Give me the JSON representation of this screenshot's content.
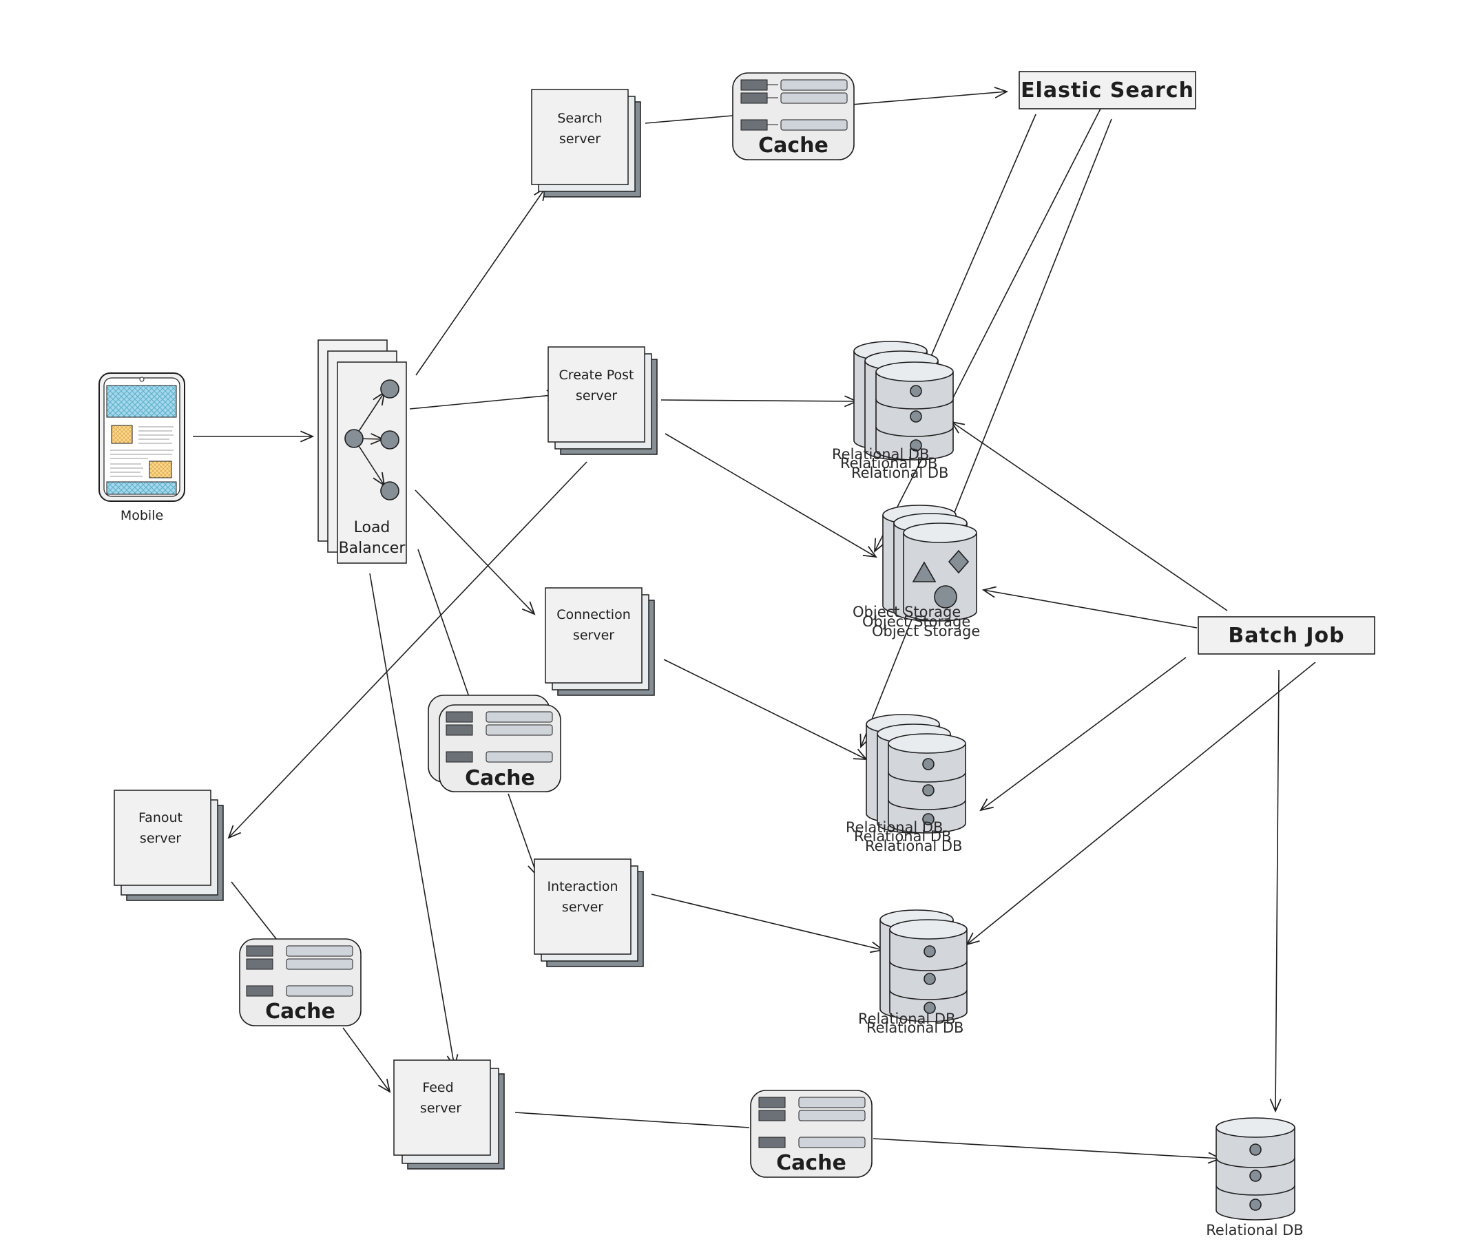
{
  "diagram": {
    "mobile": {
      "label": "Mobile"
    },
    "load_balancer": {
      "label_line1": "Load",
      "label_line2": "Balancer"
    },
    "search_server": {
      "line1": "Search",
      "line2": "server"
    },
    "create_post_server": {
      "line1": "Create Post",
      "line2": "server"
    },
    "connection_server": {
      "line1": "Connection",
      "line2": "server"
    },
    "interaction_server": {
      "line1": "Interaction",
      "line2": "server"
    },
    "fanout_server": {
      "line1": "Fanout",
      "line2": "server"
    },
    "feed_server": {
      "line1": "Feed",
      "line2": "server"
    },
    "elastic_search": {
      "label": "Elastic Search"
    },
    "batch_job": {
      "label": "Batch Job"
    },
    "cache_label": "Cache",
    "relational_db_label": "Relational DB",
    "object_storage_label": "Object Storage"
  },
  "colors": {
    "stroke": "#1e1e1e",
    "server_fill": "#f1f1f1",
    "db_fill": "#d3d6db",
    "cache_fill": "#ececec",
    "cache_bar": "#ced4da",
    "cache_key": "#6c7178",
    "phone_screen_blue": "#a5d8ec",
    "phone_block_yellow": "#ffd98f"
  }
}
